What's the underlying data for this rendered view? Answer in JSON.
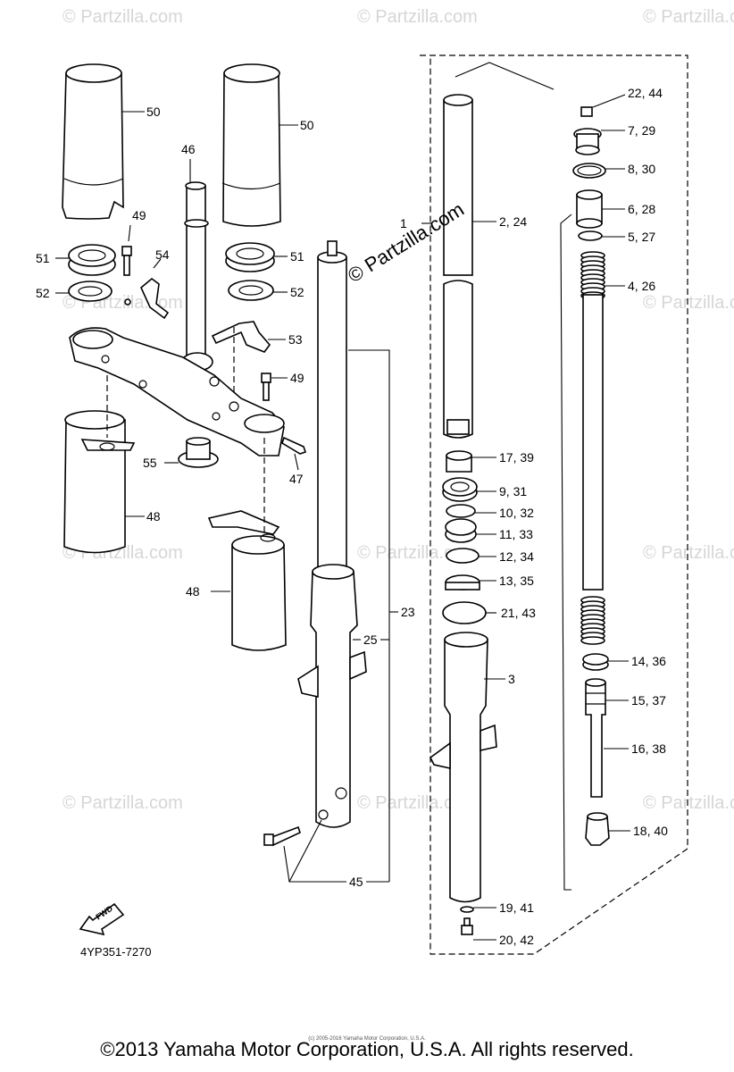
{
  "diagram": {
    "code": "4YP351-7270",
    "copyright": "©2013 Yamaha Motor Corporation, U.S.A. All rights reserved.",
    "micro_copyright": "(c) 2005-2016 Yamaha Motor Corporation, U.S.A.",
    "watermark": "© Partzilla.com",
    "fwd": "FWD",
    "labels": {
      "p50a": "50",
      "p50b": "50",
      "p46": "46",
      "p49a": "49",
      "p54": "54",
      "p51a": "51",
      "p52a": "52",
      "p51b": "51",
      "p52b": "52",
      "p53": "53",
      "p49b": "49",
      "p55": "55",
      "p47": "47",
      "p48a": "48",
      "p48b": "48",
      "p23": "23",
      "p25": "25",
      "p45": "45",
      "p1": "1",
      "p224": "2, 24",
      "p3": "3",
      "p1739": "17, 39",
      "p931": "9, 31",
      "p1032": "10, 32",
      "p1133": "11, 33",
      "p1234": "12, 34",
      "p1335": "13, 35",
      "p2143": "21, 43",
      "p1941": "19, 41",
      "p2042": "20, 42",
      "p2244": "22, 44",
      "p729": "7, 29",
      "p830": "8, 30",
      "p628": "6, 28",
      "p527": "5, 27",
      "p426": "4, 26",
      "p1436": "14, 36",
      "p1537": "15, 37",
      "p1638": "16, 38",
      "p1840": "18, 40"
    }
  }
}
